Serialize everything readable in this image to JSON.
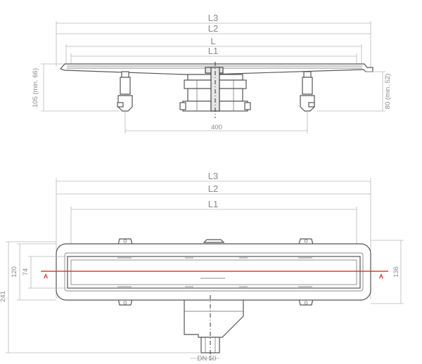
{
  "side_view": {
    "dims": {
      "L3": "L3",
      "L2": "L2",
      "L": "L",
      "L1": "L1",
      "spacing": "400",
      "height_left": "105 (min. 66)",
      "height_right": "80 (min. 52)"
    }
  },
  "top_view": {
    "dims": {
      "L3": "L3",
      "L2": "L2",
      "L1": "L1",
      "total_width": "241",
      "outer_width": "120",
      "inner_width": "74",
      "right_width": "136",
      "outlet": "DN 50"
    },
    "section_marker": "A"
  },
  "colors": {
    "dimension": "#b8b8b8",
    "outline": "#555555",
    "section_line": "#e53935",
    "text": "#8a8a8a"
  }
}
